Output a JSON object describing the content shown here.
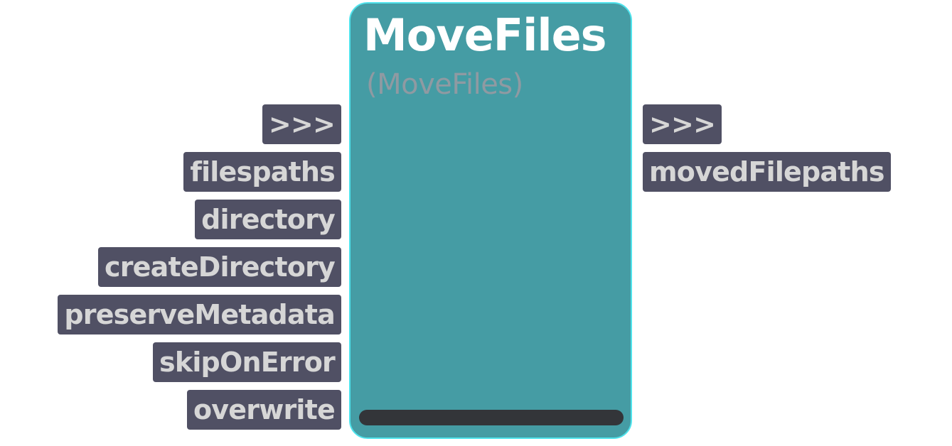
{
  "node": {
    "title": "MoveFiles",
    "subtitle": "(MoveFiles)",
    "colors": {
      "body": "#459ca4",
      "border": "#4fe3ec",
      "port_background": "#505064",
      "port_text": "#d6d6d6",
      "subtitle_text": "#8f9aa2",
      "footer_bar": "#333539"
    }
  },
  "inputs": [
    {
      "label": ">>>"
    },
    {
      "label": "filespaths"
    },
    {
      "label": "directory"
    },
    {
      "label": "createDirectory"
    },
    {
      "label": "preserveMetadata"
    },
    {
      "label": "skipOnError"
    },
    {
      "label": "overwrite"
    }
  ],
  "outputs": [
    {
      "label": ">>>"
    },
    {
      "label": "movedFilepaths"
    }
  ]
}
